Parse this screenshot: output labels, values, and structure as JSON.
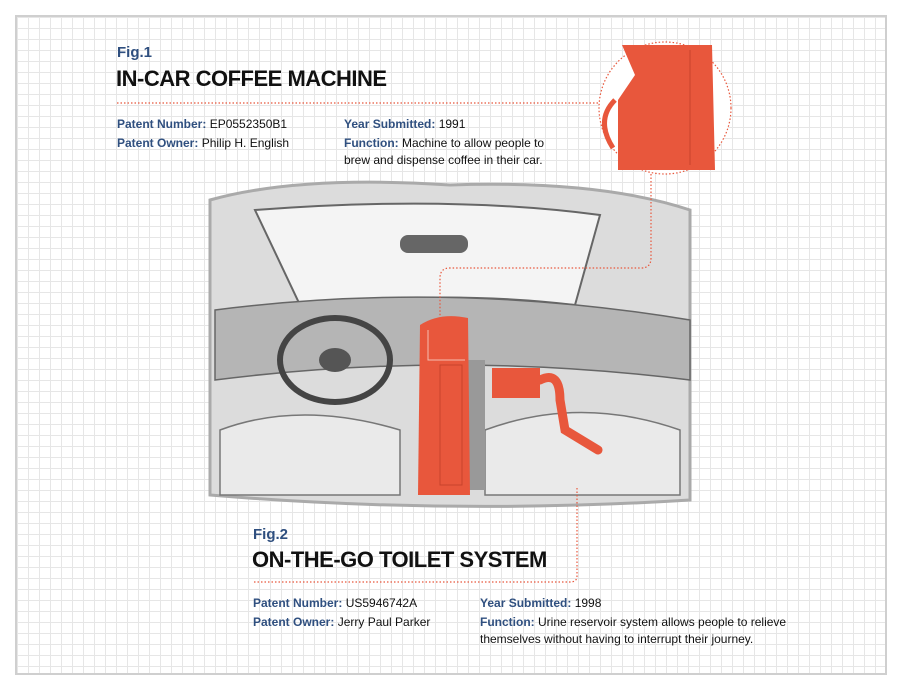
{
  "fig1": {
    "label": "Fig.1",
    "title": "IN-CAR COFFEE MACHINE",
    "patent_number_label": "Patent Number:",
    "patent_number": "EP0552350B1",
    "patent_owner_label": "Patent Owner:",
    "patent_owner": "Philip H. English",
    "year_label": "Year Submitted:",
    "year": "1991",
    "function_label": "Function:",
    "function_line1": "Machine to allow people to",
    "function_line2": "brew and dispense coffee in their car."
  },
  "fig2": {
    "label": "Fig.2",
    "title": "ON-THE-GO TOILET SYSTEM",
    "patent_number_label": "Patent Number:",
    "patent_number": "US5946742A",
    "patent_owner_label": "Patent Owner:",
    "patent_owner": "Jerry Paul Parker",
    "year_label": "Year Submitted:",
    "year": "1998",
    "function_label": "Function:",
    "function_line1": "Urine reservoir system allows people to relieve",
    "function_line2": "themselves without having to interrupt their journey."
  },
  "colors": {
    "accent": "#e8573c",
    "label": "#2f4f7f",
    "sketch": "#8a8a8a"
  }
}
